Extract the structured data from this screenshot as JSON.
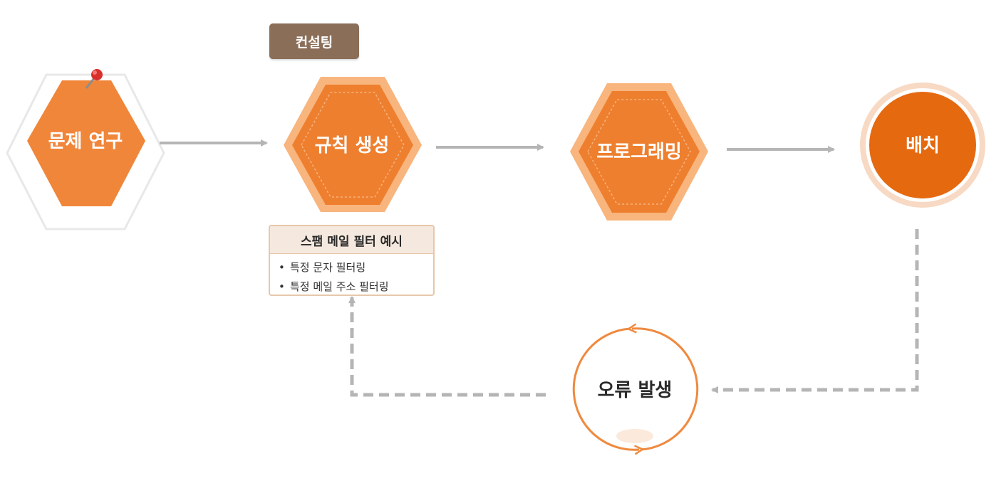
{
  "steps": [
    {
      "id": "research",
      "label": "문제 연구"
    },
    {
      "id": "rules",
      "label": "규칙 생성"
    },
    {
      "id": "programming",
      "label": "프로그래밍"
    },
    {
      "id": "deploy",
      "label": "배치"
    }
  ],
  "consulting_tag": "컨설팅",
  "example": {
    "title": "스팸 메일 필터 예시",
    "items": [
      "특정 문자 필터링",
      "특정 메일 주소 필터링"
    ]
  },
  "error": {
    "label": "오류 발생"
  },
  "colors": {
    "orange": "#f0863a",
    "orange_dark": "#e5690f",
    "arrow_gray": "#b5b5b5",
    "tag_brown": "#8a6e58",
    "box_border": "#e7c7aa",
    "box_header": "#f5e8de"
  },
  "icons": {
    "pin": "push-pin-icon"
  }
}
